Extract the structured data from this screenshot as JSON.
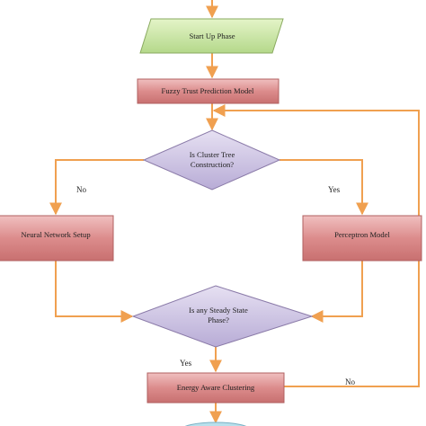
{
  "nodes": {
    "start_up_phase": {
      "label": "Start Up Phase"
    },
    "fuzzy_trust": {
      "label": "Fuzzy Trust Prediction Model"
    },
    "cluster_tree_decision": {
      "label_line1": "Is Cluster Tree",
      "label_line2": "Construction?"
    },
    "neural_network": {
      "label": "Neural Network Setup"
    },
    "perceptron": {
      "label": "Perceptron Model"
    },
    "steady_state_decision": {
      "label_line1": "Is any Steady State",
      "label_line2": "Phase?"
    },
    "energy_clustering": {
      "label": "Energy Aware Clustering"
    }
  },
  "edge_labels": {
    "cluster_no": "No",
    "cluster_yes": "Yes",
    "steady_yes": "Yes",
    "steady_no": "No"
  },
  "colors": {
    "connector": "#f0a050",
    "parallelogram_fill": "#c8e6a0",
    "parallelogram_stroke": "#8aaa60",
    "process_fill": "#dc8c8c",
    "process_stroke": "#b06060",
    "decision_fill": "#cdc4e4",
    "decision_stroke": "#8a7aa8",
    "terminal_fill": "#b8e0ec"
  }
}
